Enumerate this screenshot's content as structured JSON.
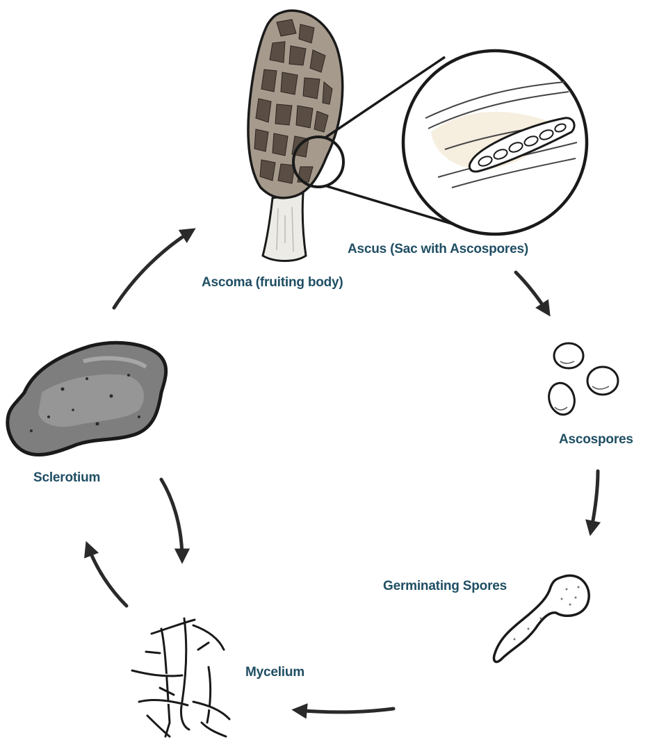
{
  "labels": {
    "ascoma": "Ascoma (fruiting body)",
    "ascus": "Ascus (Sac with Ascospores)",
    "ascospores": "Ascospores",
    "germinating_spores": "Germinating Spores",
    "mycelium": "Mycelium",
    "sclerotium": "Sclerotium"
  },
  "colors": {
    "label_text": "#1f4e63",
    "outline": "#1a1a1a",
    "morel_cap": "#a69a8c",
    "morel_pits": "#5a4e44",
    "stem": "#ecebe6",
    "sclerotium": "#7e7e7e",
    "ascus_bg": "#f3e8d4"
  }
}
